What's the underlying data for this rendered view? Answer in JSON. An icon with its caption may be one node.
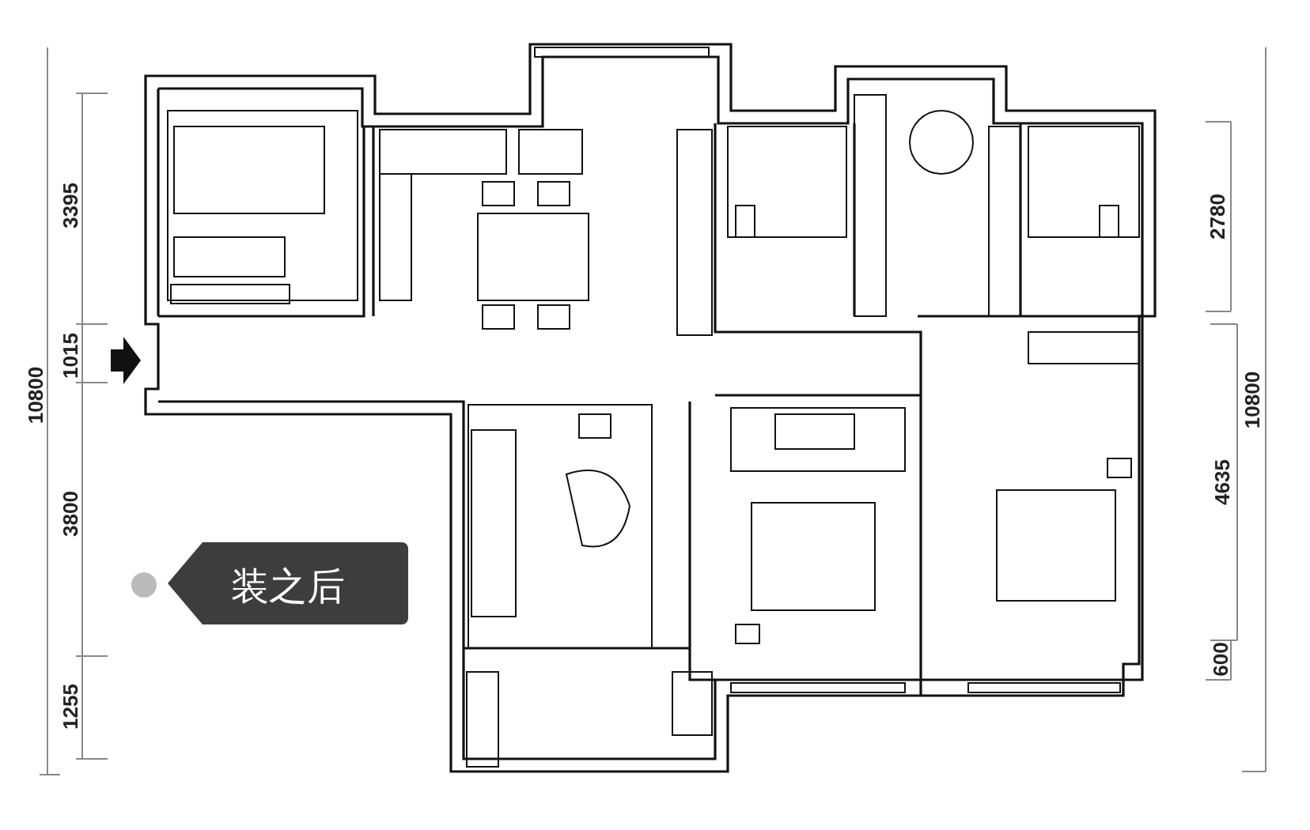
{
  "diagram": {
    "nodes": [
      {
        "text": [
          "装之后"
        ]
      }
    ],
    "labels": [
      "3395",
      "1015",
      "10800",
      "3800",
      "1255",
      "2780",
      "10800",
      "4635",
      "600"
    ]
  }
}
